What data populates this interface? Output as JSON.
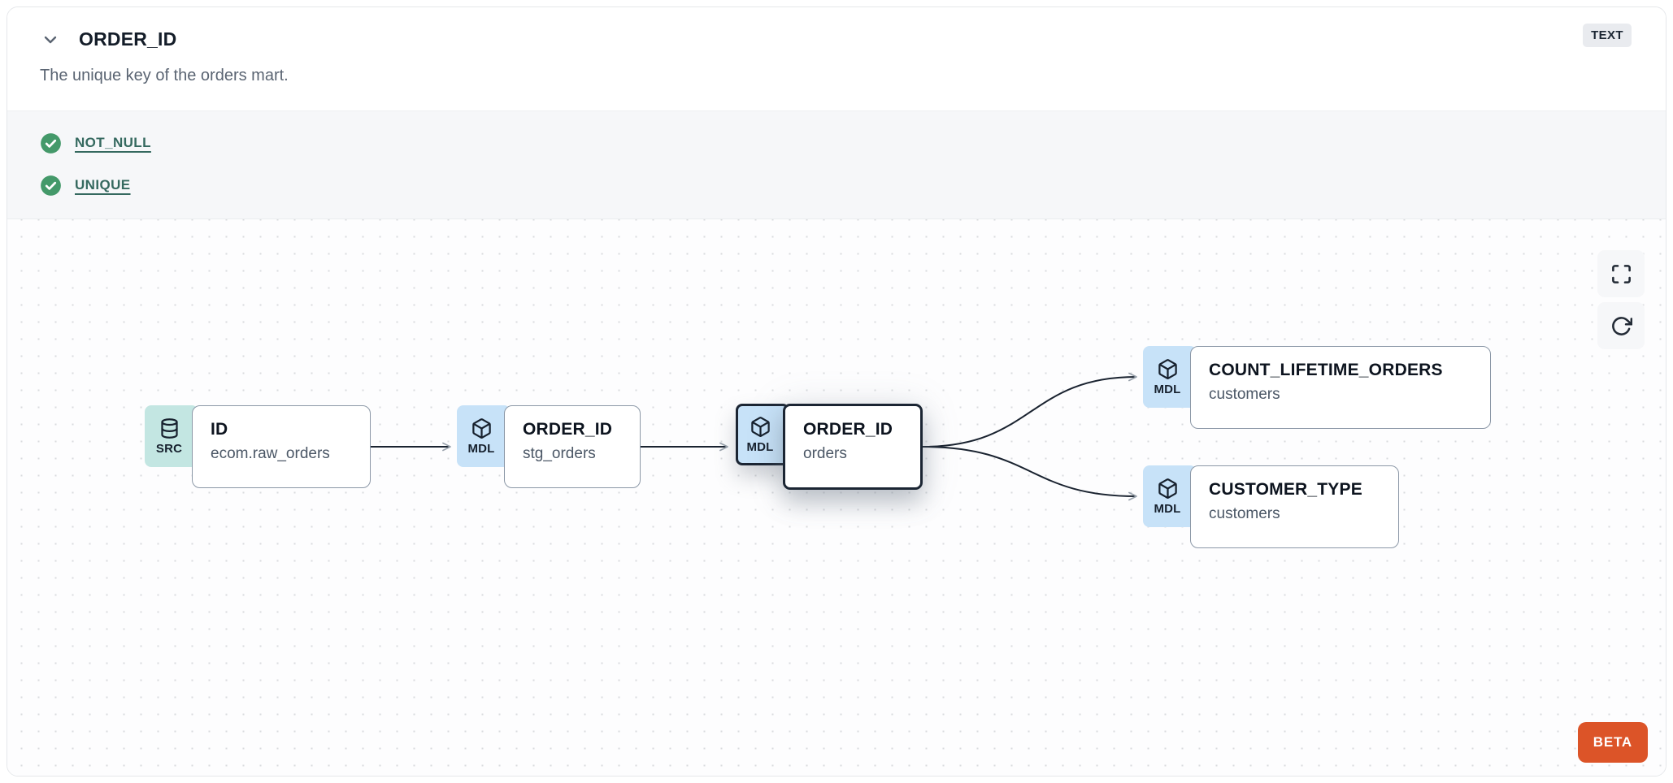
{
  "header": {
    "title": "ORDER_ID",
    "type_badge": "TEXT",
    "description": "The unique key of the orders mart."
  },
  "tests": {
    "items": [
      {
        "label": "NOT_NULL",
        "status": "pass"
      },
      {
        "label": "UNIQUE",
        "status": "pass"
      }
    ]
  },
  "lineage": {
    "nodes": [
      {
        "type": "SRC",
        "icon": "database",
        "title": "ID",
        "subtitle": "ecom.raw_orders",
        "selected": false
      },
      {
        "type": "MDL",
        "icon": "cube",
        "title": "ORDER_ID",
        "subtitle": "stg_orders",
        "selected": false
      },
      {
        "type": "MDL",
        "icon": "cube",
        "title": "ORDER_ID",
        "subtitle": "orders",
        "selected": true
      },
      {
        "type": "MDL",
        "icon": "cube",
        "title": "COUNT_LIFETIME_ORDERS",
        "subtitle": "customers",
        "selected": false
      },
      {
        "type": "MDL",
        "icon": "cube",
        "title": "CUSTOMER_TYPE",
        "subtitle": "customers",
        "selected": false
      }
    ],
    "edges": [
      {
        "from": "ID (ecom.raw_orders)",
        "to": "ORDER_ID (stg_orders)"
      },
      {
        "from": "ORDER_ID (stg_orders)",
        "to": "ORDER_ID (orders)"
      },
      {
        "from": "ORDER_ID (orders)",
        "to": "COUNT_LIFETIME_ORDERS (customers)"
      },
      {
        "from": "ORDER_ID (orders)",
        "to": "CUSTOMER_TYPE (customers)"
      }
    ],
    "beta_label": "BETA"
  },
  "colors": {
    "accent_orange": "#dc5428",
    "test_pass_green": "#44996a",
    "link_teal": "#35695f",
    "src_badge_bg": "#c3e6e2",
    "mdl_badge_bg": "#c7e2f8",
    "selected_border": "#1b2533",
    "edge_stroke": "#1a2330",
    "type_badge_bg": "#e9ebef"
  }
}
